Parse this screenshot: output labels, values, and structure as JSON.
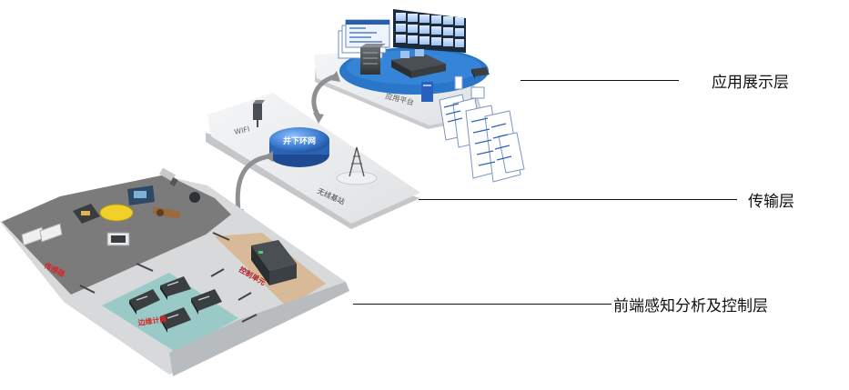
{
  "layers": {
    "application": {
      "label": "应用展示层",
      "platform": "应用平台"
    },
    "transmission": {
      "label": "传输层",
      "wifi": "WIFI",
      "network": "井下环网",
      "base_station": "无线基站"
    },
    "frontend": {
      "label": "前端感知分析及控制层",
      "sensors": "传感器",
      "edge": "边缘计算",
      "control": "控制单元"
    }
  },
  "colors": {
    "layer_dark": "#7b7b7b",
    "layer_light": "#e4e6e8",
    "edge_zone": "#8fc7c4",
    "control_zone": "#d8b48c",
    "network_disk": "#3f7fd4",
    "platform_ellipse": "#2a76c9",
    "sensor_text": "#d9262a",
    "leader_line": "#111111"
  }
}
